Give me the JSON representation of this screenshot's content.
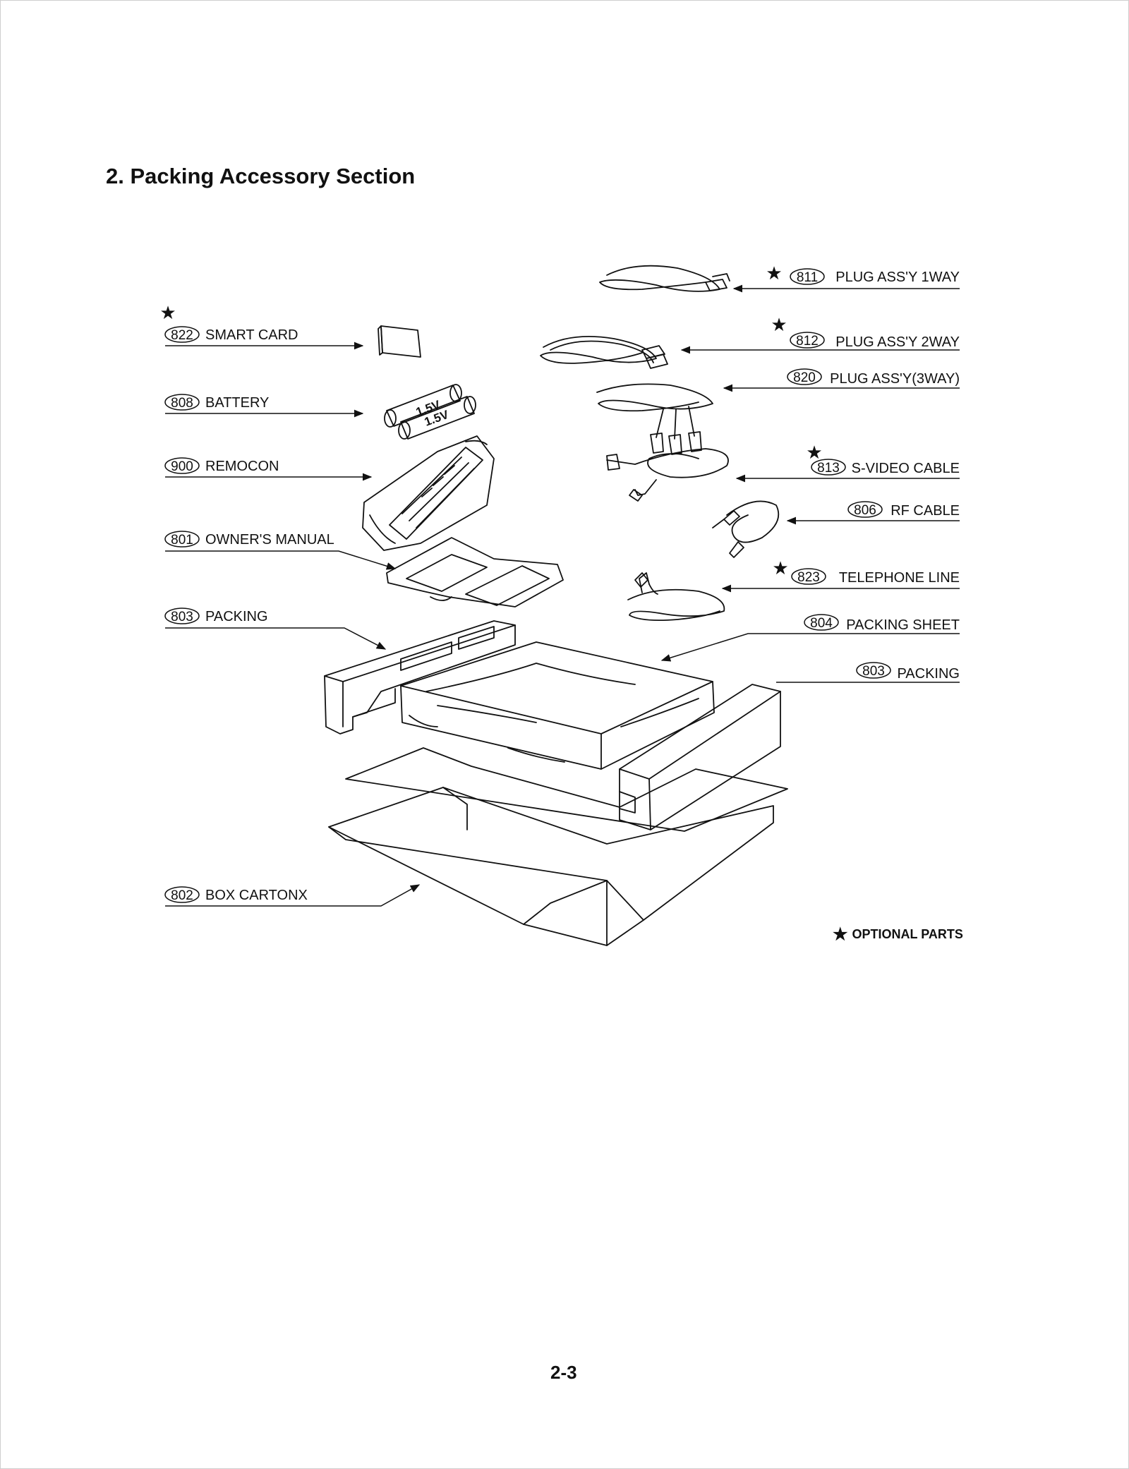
{
  "section_title": "2. Packing Accessory Section",
  "page_number": "2-3",
  "legend": {
    "star": "★",
    "text": "OPTIONAL PARTS"
  },
  "battery_marking": "1.5V",
  "left_parts": [
    {
      "number": "822",
      "label": "SMART CARD",
      "optional": true
    },
    {
      "number": "808",
      "label": "BATTERY",
      "optional": false
    },
    {
      "number": "900",
      "label": "REMOCON",
      "optional": false
    },
    {
      "number": "801",
      "label": "OWNER'S MANUAL",
      "optional": false
    },
    {
      "number": "803",
      "label": "PACKING",
      "optional": false
    },
    {
      "number": "802",
      "label": "BOX CARTONX",
      "optional": false
    }
  ],
  "right_parts": [
    {
      "number": "811",
      "label": "PLUG ASS'Y 1WAY",
      "optional": true
    },
    {
      "number": "812",
      "label": "PLUG ASS'Y 2WAY",
      "optional": true
    },
    {
      "number": "820",
      "label": "PLUG ASS'Y(3WAY)",
      "optional": false
    },
    {
      "number": "813",
      "label": "S-VIDEO CABLE",
      "optional": true
    },
    {
      "number": "806",
      "label": "RF CABLE",
      "optional": false
    },
    {
      "number": "823",
      "label": "TELEPHONE LINE",
      "optional": true
    },
    {
      "number": "804",
      "label": "PACKING SHEET",
      "optional": false
    },
    {
      "number": "803",
      "label": "PACKING",
      "optional": false
    }
  ]
}
